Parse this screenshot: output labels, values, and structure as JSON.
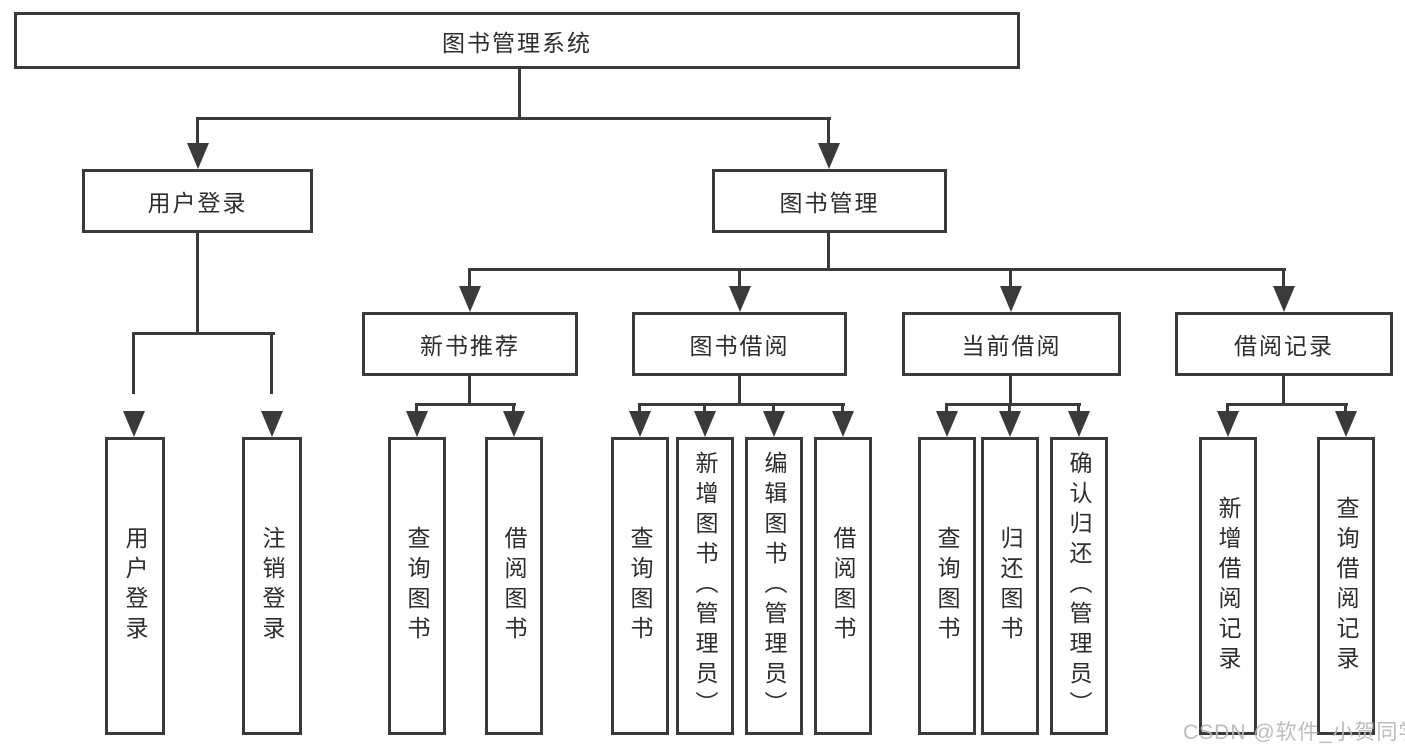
{
  "tree": {
    "root": {
      "label": "图书管理系统"
    },
    "branches": [
      {
        "label": "用户登录",
        "children": [
          {
            "label": "用户登录"
          },
          {
            "label": "注销登录"
          }
        ]
      },
      {
        "label": "图书管理",
        "groups": [
          {
            "label": "新书推荐",
            "children": [
              {
                "label": "查询图书"
              },
              {
                "label": "借阅图书"
              }
            ]
          },
          {
            "label": "图书借阅",
            "children": [
              {
                "label": "查询图书"
              },
              {
                "label": "新增图书（管理员）"
              },
              {
                "label": "编辑图书（管理员）"
              },
              {
                "label": "借阅图书"
              }
            ]
          },
          {
            "label": "当前借阅",
            "children": [
              {
                "label": "查询图书"
              },
              {
                "label": "归还图书"
              },
              {
                "label": "确认归还（管理员）"
              }
            ]
          },
          {
            "label": "借阅记录",
            "children": [
              {
                "label": "新增借阅记录"
              },
              {
                "label": "查询借阅记录"
              }
            ]
          }
        ]
      }
    ]
  },
  "watermark": {
    "text": "CSDN @软件_小贺同学"
  },
  "colors": {
    "line": "#3a3a3a",
    "text": "#2d2d2d",
    "watermark": "#b8b8b8",
    "background": "#ffffff"
  }
}
